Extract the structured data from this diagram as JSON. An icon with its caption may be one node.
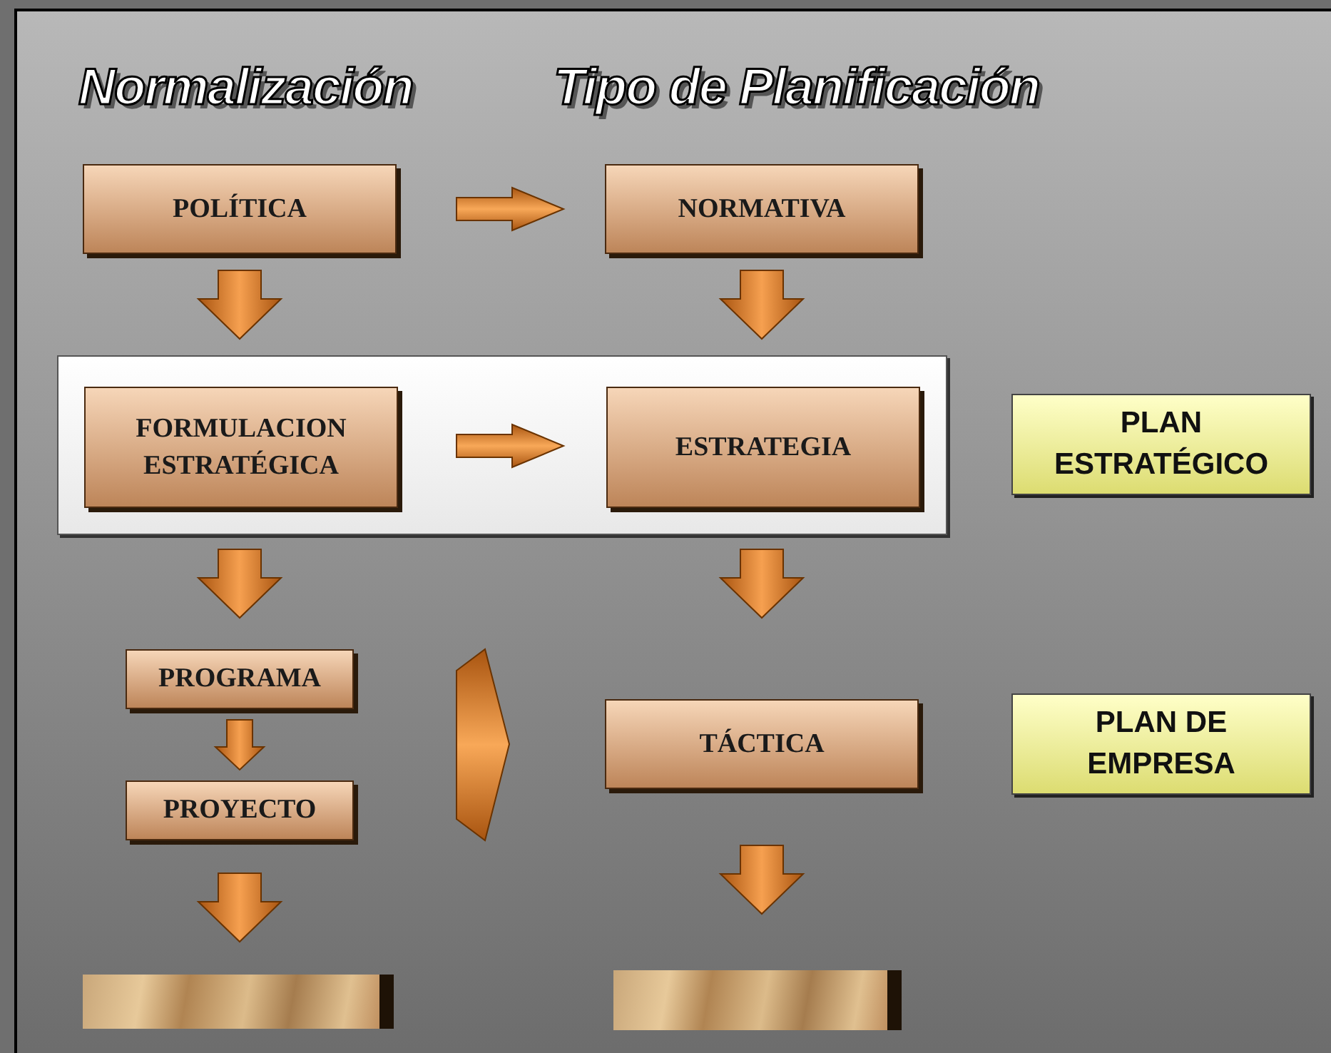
{
  "diagram": {
    "nodes": [
      {
        "text": [
          "POLÍTICA"
        ]
      },
      {
        "text": [
          "NORMATIVA"
        ]
      },
      {
        "text": [],
        "shape": "box"
      },
      {
        "text": [
          "FORMULACION ESTRATÉGICA"
        ],
        "in": 2
      },
      {
        "text": [
          "ESTRATEGIA"
        ],
        "in": 2
      },
      {
        "text": [
          "PLAN ESTRATÉGICO"
        ]
      },
      {
        "text": [
          "PROGRAMA"
        ]
      },
      {
        "text": [
          "PROYECTO"
        ]
      },
      {
        "text": [
          "TÁCTICA"
        ]
      },
      {
        "text": [
          "PLAN DE EMPRESA"
        ]
      },
      {
        "text": [],
        "shape": "picture"
      },
      {
        "text": [],
        "shape": "picture"
      }
    ],
    "edges": [
      {
        "from": 0,
        "to": 1,
        "arrow": "to"
      },
      {
        "from": 0,
        "to": 3,
        "arrow": "to"
      },
      {
        "from": 1,
        "to": 4,
        "arrow": "to"
      },
      {
        "from": 3,
        "to": 4,
        "arrow": "to"
      },
      {
        "from": 3,
        "to": 6,
        "arrow": "to"
      },
      {
        "from": 4,
        "to": 8,
        "arrow": "to"
      },
      {
        "from": 6,
        "to": 7,
        "arrow": "to"
      },
      {
        "from": 6,
        "to": 8,
        "arrow": "to"
      },
      {
        "from": 7,
        "to": 8,
        "arrow": "to"
      },
      {
        "from": 7,
        "to": 10,
        "arrow": "to"
      },
      {
        "from": 8,
        "to": 11,
        "arrow": "to"
      }
    ],
    "labels": [
      "Normalización",
      "Tipo de Planificación"
    ]
  }
}
